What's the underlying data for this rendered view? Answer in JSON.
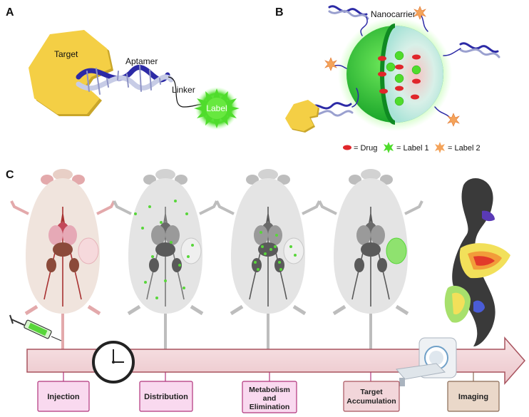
{
  "panels": {
    "a": {
      "letter": "A",
      "target_label": "Target",
      "aptamer_label": "Aptamer",
      "linker_label": "Linker",
      "label_text": "Label"
    },
    "b": {
      "letter": "B",
      "nanocarrier_label": "Nanocarrier",
      "legend": {
        "drug": "= Drug",
        "label1": "= Label 1",
        "label2": "= Label 2"
      }
    },
    "c": {
      "letter": "C",
      "stages": [
        {
          "line1": "Injection",
          "line2": "",
          "line3": ""
        },
        {
          "line1": "Distribution",
          "line2": "",
          "line3": ""
        },
        {
          "line1": "Metabolism",
          "line2": "and",
          "line3": "Elimination"
        },
        {
          "line1": "Target",
          "line2": "Accumulation",
          "line3": ""
        },
        {
          "line1": "Imaging",
          "line2": "",
          "line3": ""
        }
      ]
    }
  },
  "colors": {
    "target_yellow": "#f4cf45",
    "label_green": "#5be33a",
    "nanocarrier_green": "#35c936",
    "drug_red": "#e0262b",
    "label2_orange": "#f4a35a",
    "arrow_pink": "#f2d6da",
    "arrow_border": "#a8535e",
    "stage_box_pink": "#f9d9ef",
    "stage_box_border": "#b1347c",
    "imaging_box": "#ead8c9",
    "dna_blue": "#2c2aa6"
  }
}
